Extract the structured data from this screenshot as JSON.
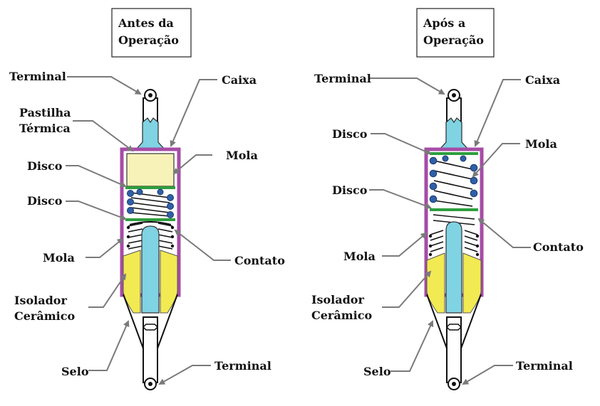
{
  "before": {
    "title_line1": "Antes da",
    "title_line2": "Operação",
    "labels": {
      "terminal_top": "Terminal",
      "caixa": "Caixa",
      "pastilha_1": "Pastilha",
      "pastilha_2": "Térmica",
      "mola_right": "Mola",
      "disco_1": "Disco",
      "disco_2": "Disco",
      "mola_left": "Mola",
      "contato": "Contato",
      "isolador_1": "Isolador",
      "isolador_2": "Cerâmico",
      "selo": "Selo",
      "terminal_bottom": "Terminal"
    }
  },
  "after": {
    "title_line1": "Após a",
    "title_line2": "Operação",
    "labels": {
      "terminal_top": "Terminal",
      "caixa": "Caixa",
      "disco_1": "Disco",
      "mola_right": "Mola",
      "disco_2": "Disco",
      "contato": "Contato",
      "mola_left": "Mola",
      "isolador_1": "Isolador",
      "isolador_2": "Cerâmico",
      "selo": "Selo",
      "terminal_bottom": "Terminal"
    }
  },
  "colors": {
    "housing": "#a64ca6",
    "pellet": "#f7f3b8",
    "insulator": "#f2ea52",
    "conductor": "#7fd3e3",
    "disc": "#2e9e3e",
    "spring_ball": "#2f5fa8",
    "leader": "#7a7a7a"
  }
}
